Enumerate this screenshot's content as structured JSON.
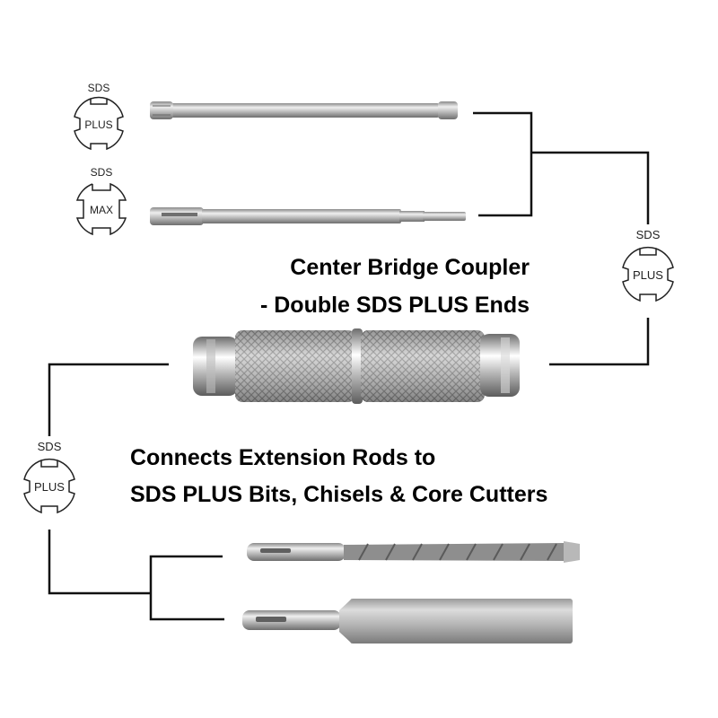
{
  "title": {
    "line1": "Center Bridge Coupler",
    "line2": "- Double SDS PLUS Ends"
  },
  "subtitle": {
    "line1": "Connects Extension Rods to",
    "line2": "SDS PLUS Bits, Chisels & Core Cutters"
  },
  "badges": {
    "rod_plus": {
      "top": "SDS",
      "center": "PLUS"
    },
    "rod_max": {
      "top": "SDS",
      "center": "MAX"
    },
    "coupler_right": {
      "top": "SDS",
      "center": "PLUS"
    },
    "coupler_left": {
      "top": "SDS",
      "center": "PLUS"
    }
  },
  "colors": {
    "text": "#000000",
    "connector_line": "#111111",
    "steel_light": "#e4e4e4",
    "steel_mid": "#b8b8b8",
    "steel_dark": "#7d7d7d",
    "knurl": "#9a9a9a"
  },
  "items": [
    {
      "id": "sds-plus-extension-rod",
      "icon": "rod-icon"
    },
    {
      "id": "sds-max-extension-rod",
      "icon": "rod-icon"
    },
    {
      "id": "center-bridge-coupler",
      "icon": "coupler-icon"
    },
    {
      "id": "sds-plus-drill-bit",
      "icon": "drill-bit-icon"
    },
    {
      "id": "sds-plus-core-adapter",
      "icon": "adapter-icon"
    }
  ]
}
